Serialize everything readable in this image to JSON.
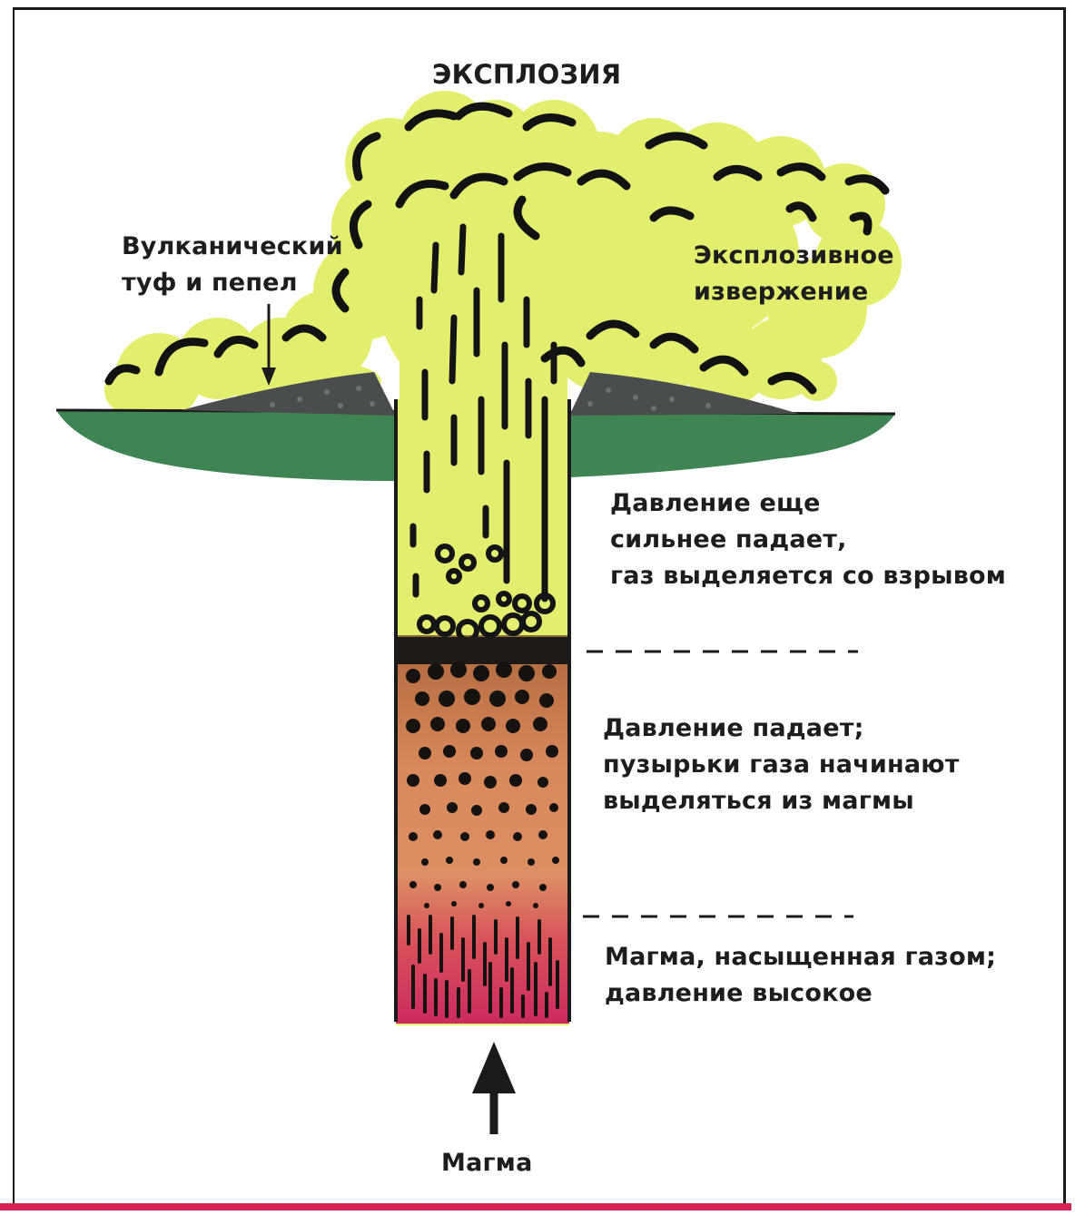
{
  "title": "ЭКСПЛОЗИЯ",
  "labels": {
    "tuff": [
      "Вулканический",
      "туф и пепел"
    ],
    "explosive": [
      "Эксплозивное",
      "извержение"
    ],
    "zone_top": [
      "Давление еще",
      "сильнее падает,",
      "газ выделяется со взрывом"
    ],
    "zone_mid": [
      "Давление падает;",
      "пузырьки газа начинают",
      "выделяться из магмы"
    ],
    "zone_bottom": [
      "Магма, насыщенная газом;",
      "давление высокое"
    ],
    "magma": "Магма"
  },
  "colors": {
    "cloud": "#e4ee6e",
    "ground": "#3f8453",
    "ash_layer": "#4a4d4e",
    "conduit_mid": "#d98a5c",
    "conduit_bottom": "#cc2a5e",
    "accent_rule": "#d6234f"
  }
}
